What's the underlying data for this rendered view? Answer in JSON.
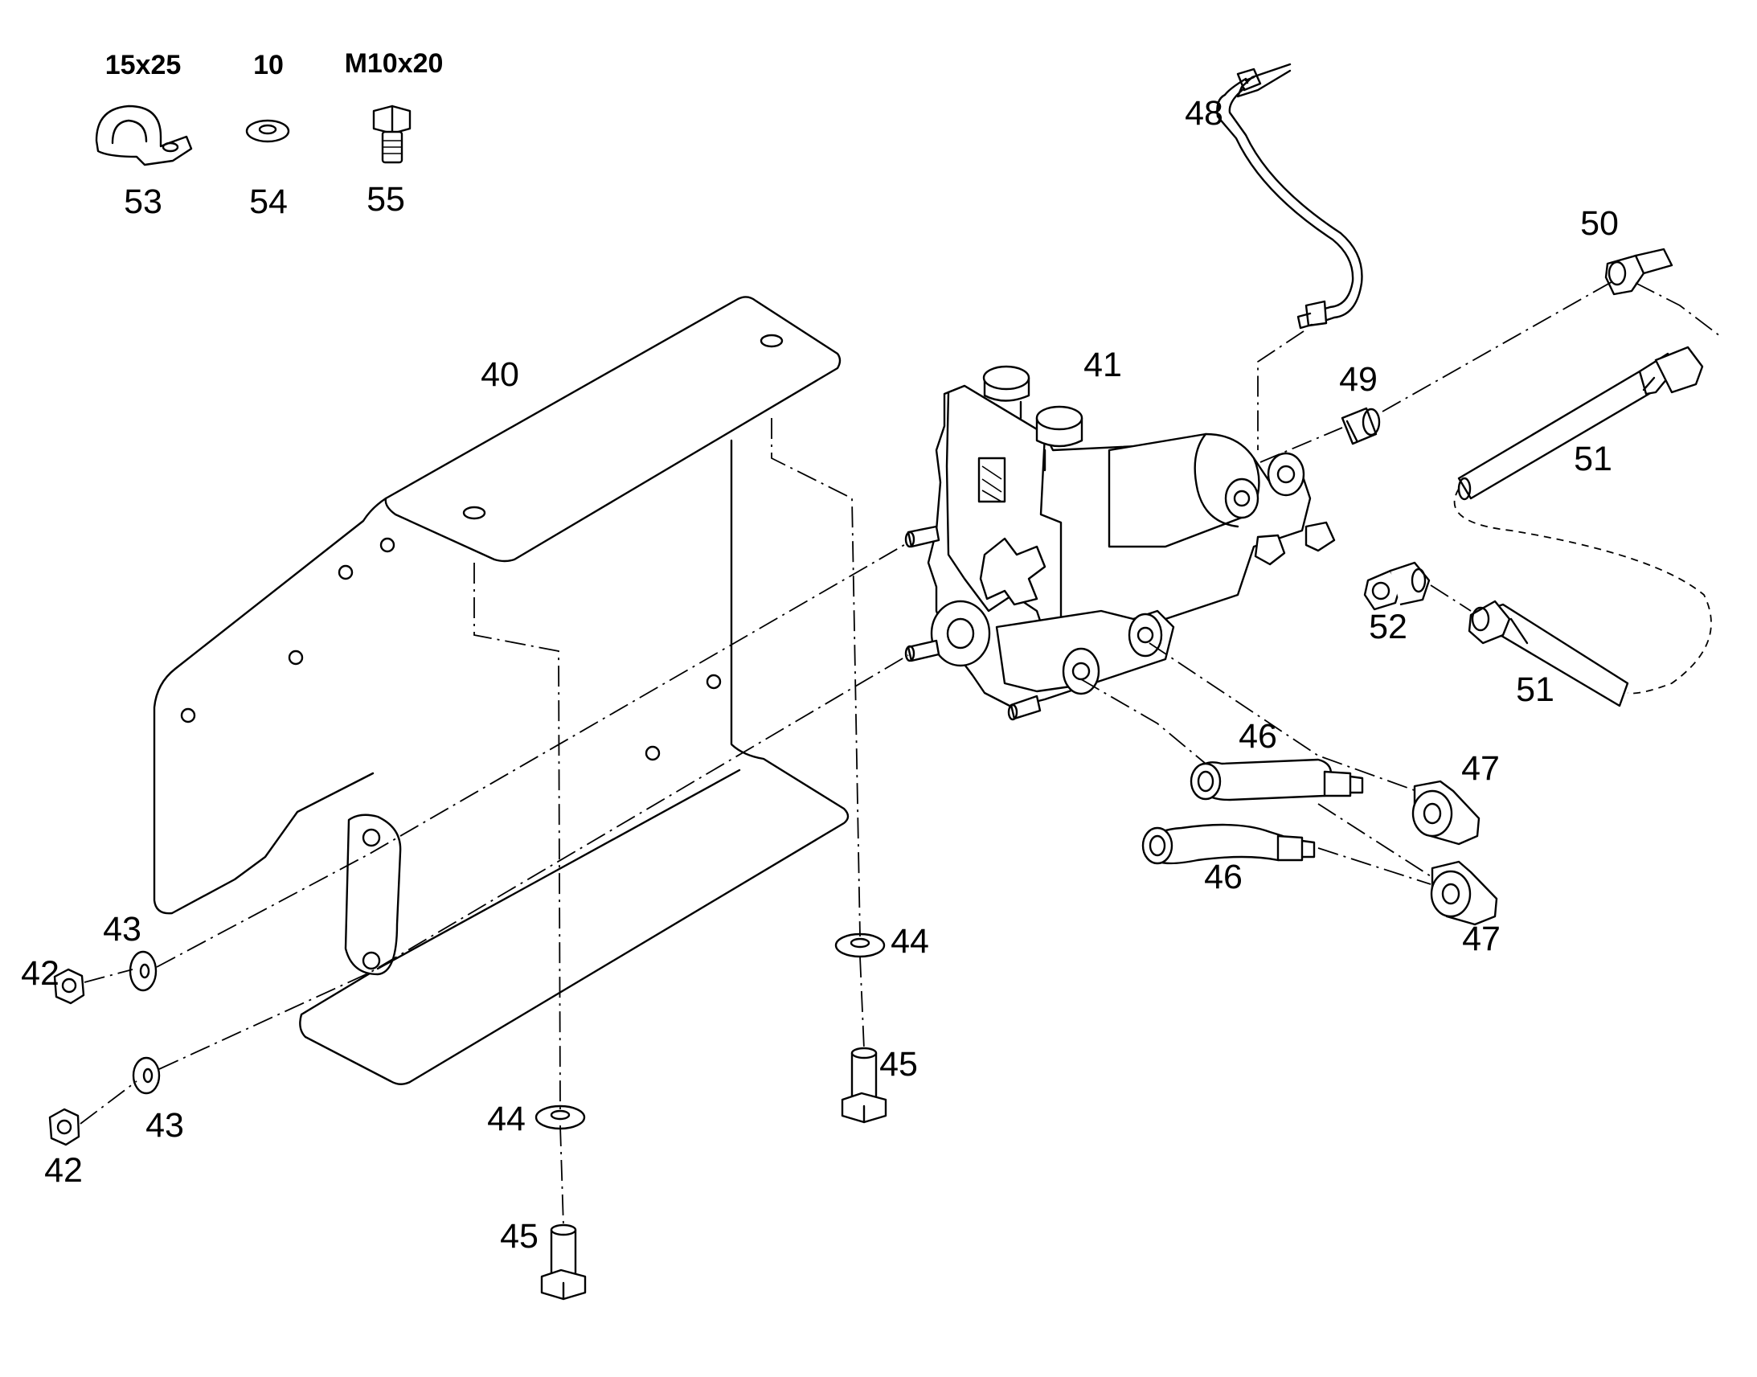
{
  "labels": {
    "p40": "40",
    "p41": "41",
    "p42a": "42",
    "p42b": "42",
    "p43a": "43",
    "p43b": "43",
    "p44a": "44",
    "p44b": "44",
    "p45a": "45",
    "p45b": "45",
    "p46a": "46",
    "p46b": "46",
    "p47a": "47",
    "p47b": "47",
    "p48": "48",
    "p49": "49",
    "p50": "50",
    "p51a": "51",
    "p51b": "51",
    "p52": "52",
    "p53": "53",
    "p54": "54",
    "p55": "55"
  },
  "specs": {
    "s53": "15x25",
    "s54": "10",
    "s55": "M10x20"
  }
}
